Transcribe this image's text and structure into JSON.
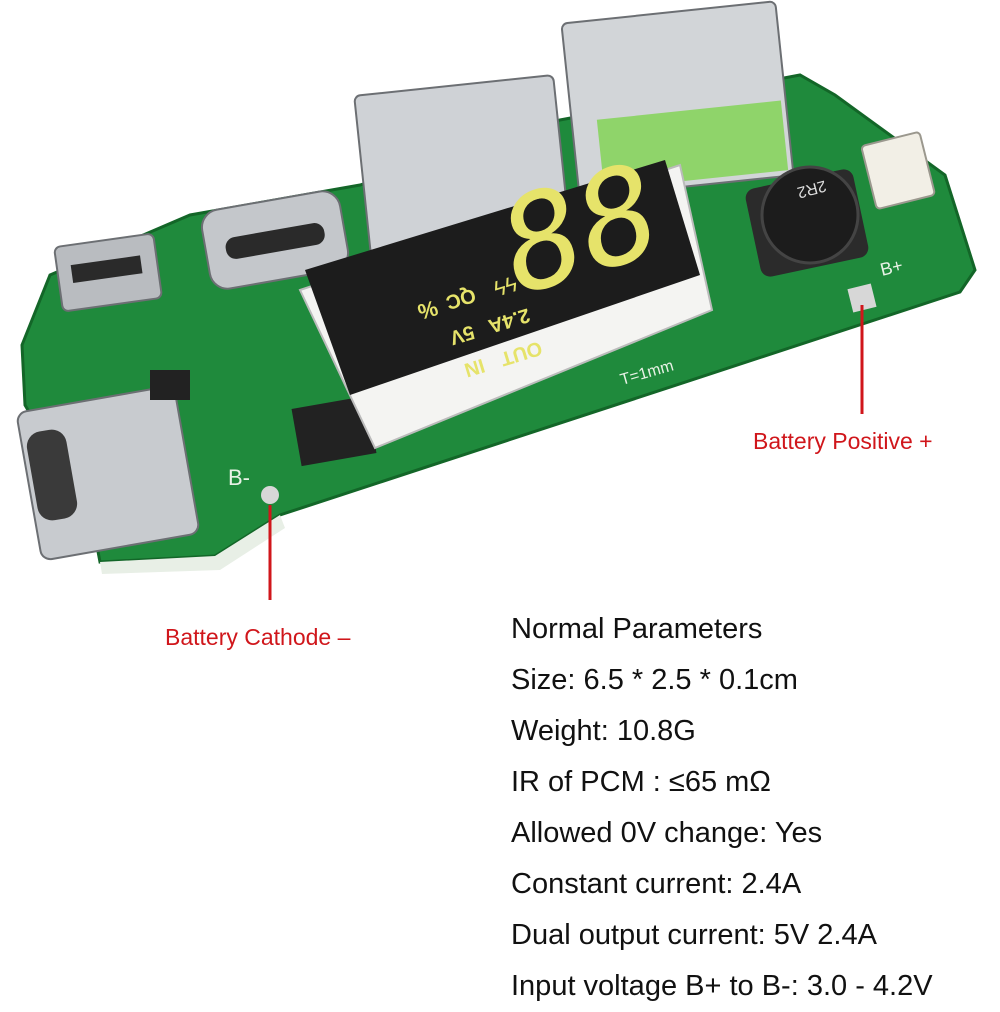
{
  "callouts": {
    "battery_cathode": "Battery Cathode –",
    "battery_positive": "Battery Positive +"
  },
  "display": {
    "digits": "88",
    "label_in": "IN",
    "label_out": "OUT",
    "label_voltage": "5V",
    "label_current": "2.4A",
    "label_percent": "%",
    "label_qc": "QC",
    "segment_color": "#e6e36a",
    "display_color": "#1c1c1c"
  },
  "silkscreen": {
    "thickness": "T=1mm",
    "b_minus": "B-",
    "b_plus": "B+",
    "inductor": "2R2"
  },
  "specs": {
    "title": "Normal Parameters",
    "lines": [
      "Size: 6.5 * 2.5 * 0.1cm",
      "Weight: 10.8G",
      "IR of PCM : ≤65 mΩ",
      "Allowed 0V change: Yes",
      "Constant current: 2.4A",
      "Dual output current: 5V 2.4A",
      "Input voltage B+ to B-: 3.0 - 4.2V"
    ]
  },
  "colors": {
    "pcb": "#1f8a3c",
    "callout": "#d0161b"
  }
}
